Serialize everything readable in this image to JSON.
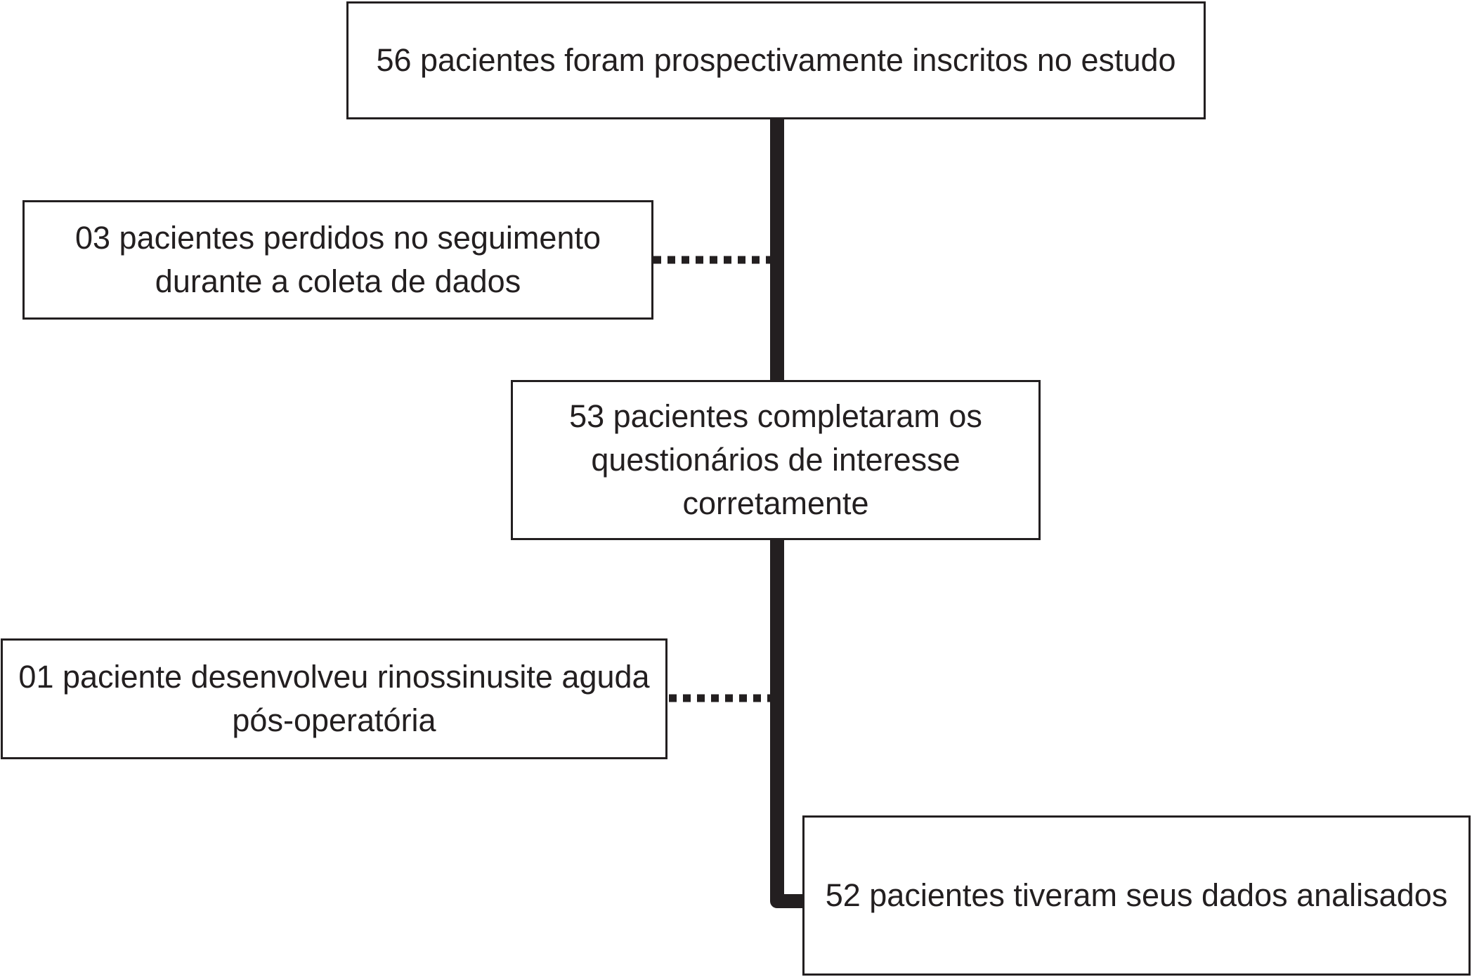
{
  "diagram": {
    "colors": {
      "line": "#231f20",
      "box_border": "#231f20",
      "text": "#231f20",
      "background": "#ffffff"
    },
    "boxes": {
      "enrolled": {
        "text": "56 pacientes foram prospectivamente inscritos no estudo"
      },
      "lost_followup": {
        "text": "03 pacientes perdidos no seguimento durante a coleta de dados"
      },
      "completed": {
        "text": "53 pacientes completaram os questionários de interesse corretamente"
      },
      "excluded": {
        "text": "01 paciente desenvolveu rinossinusite aguda pós-operatória"
      },
      "analyzed": {
        "text": "52 pacientes tiveram seus dados analisados"
      }
    }
  }
}
